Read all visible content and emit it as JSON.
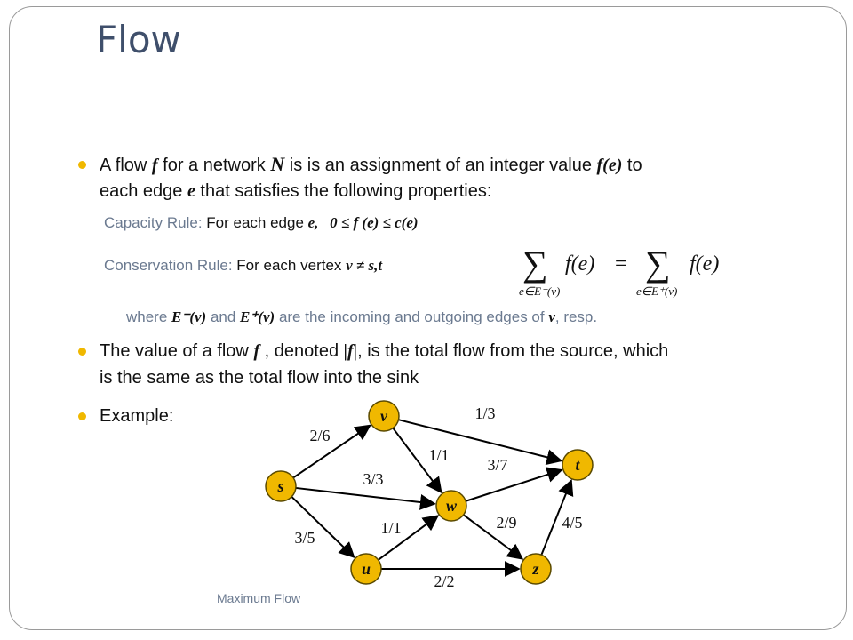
{
  "slide": {
    "title": "Flow",
    "footer": "Maximum Flow"
  },
  "bullets": {
    "b1_text_a": "A flow ",
    "b1_f": "f",
    "b1_text_b": " for a network ",
    "b1_N": "N",
    "b1_text_c": " is is an assignment of an integer value ",
    "b1_fe": "f(e)",
    "b1_text_d": " to",
    "b1_line2_a": "each edge ",
    "b1_e": "e",
    "b1_line2_b": " that satisfies the following properties:",
    "capacity_label": "Capacity Rule:",
    "capacity_text": " For each edge ",
    "capacity_e": "e,",
    "capacity_formula": "0 ≤ f (e) ≤ c(e)",
    "conservation_label": "Conservation Rule:",
    "conservation_text": " For each vertex ",
    "conservation_v": "v ≠ s,t",
    "where_a": "where ",
    "where_Em": "E⁻(v)",
    "where_b": " and ",
    "where_Ep": "E⁺(v)",
    "where_c": " are the incoming and outgoing edges of ",
    "where_v": "v",
    "where_d": ", resp.",
    "b2_a": "The value of a flow ",
    "b2_f": "f",
    "b2_b": " , denoted ",
    "b2_abs": "|f|",
    "b2_c": ", is the total flow from the source, which",
    "b2_line2": "is the same as the total flow into the sink",
    "b3": "Example:"
  },
  "formula": {
    "sum": "∑",
    "left_term": "f(e)",
    "equals": "=",
    "right_term": "f(e)",
    "left_sub": "e∈E⁻(v)",
    "right_sub": "e∈E⁺(v)"
  },
  "graph": {
    "node_color": "#f0b800",
    "nodes": [
      {
        "id": "s",
        "label": "s"
      },
      {
        "id": "v",
        "label": "v"
      },
      {
        "id": "w",
        "label": "w"
      },
      {
        "id": "t",
        "label": "t"
      },
      {
        "id": "u",
        "label": "u"
      },
      {
        "id": "z",
        "label": "z"
      }
    ],
    "edges": [
      {
        "from": "s",
        "to": "v",
        "label": "2/6"
      },
      {
        "from": "s",
        "to": "w",
        "label": "3/3"
      },
      {
        "from": "s",
        "to": "u",
        "label": "3/5"
      },
      {
        "from": "v",
        "to": "t",
        "label": "1/3"
      },
      {
        "from": "v",
        "to": "w",
        "label": "1/1"
      },
      {
        "from": "w",
        "to": "t",
        "label": "3/7"
      },
      {
        "from": "w",
        "to": "z",
        "label": "2/9"
      },
      {
        "from": "u",
        "to": "w",
        "label": "1/1"
      },
      {
        "from": "u",
        "to": "z",
        "label": "2/2"
      },
      {
        "from": "z",
        "to": "t",
        "label": "4/5"
      }
    ]
  }
}
